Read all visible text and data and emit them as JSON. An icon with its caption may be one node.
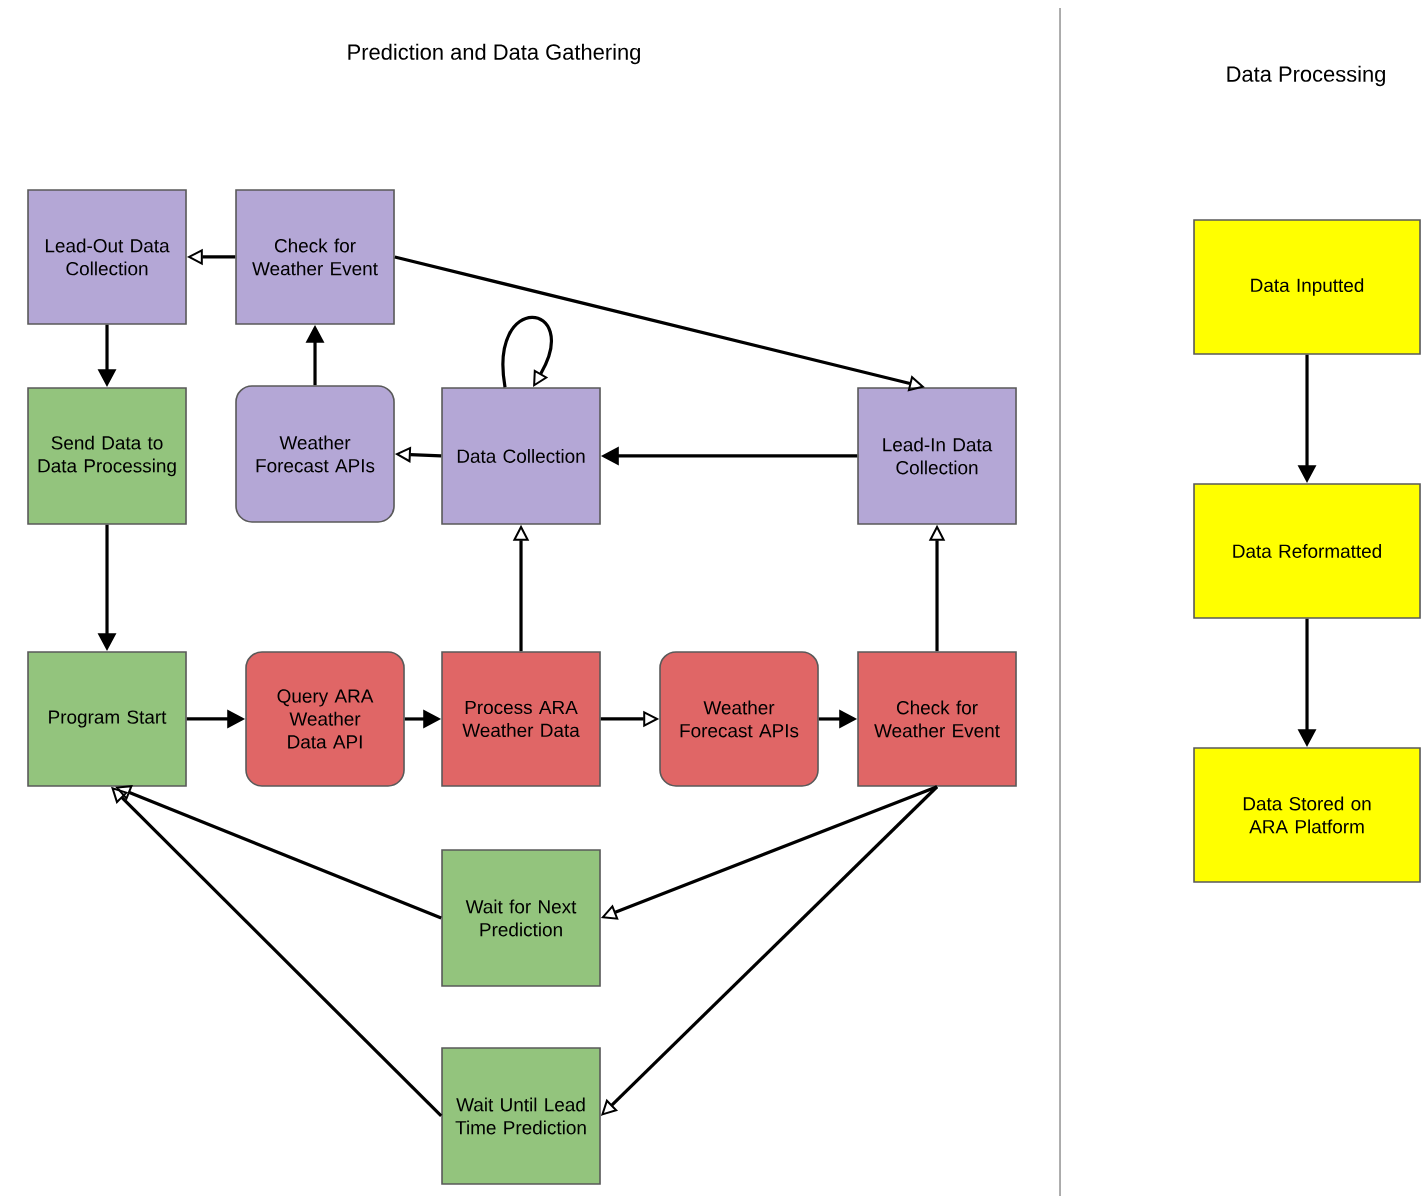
{
  "diagram": {
    "nodes": [
      {
        "text": [
          "Lead-Out Data Collection"
        ]
      },
      {
        "text": [
          "Check for Weather Event"
        ]
      },
      {
        "text": [
          "Send Data to Data Processing"
        ]
      },
      {
        "text": [
          "Weather Forecast APIs"
        ]
      },
      {
        "text": [
          "Data Collection"
        ]
      },
      {
        "text": [
          "Lead-In Data Collection"
        ]
      },
      {
        "text": [
          "Program Start"
        ]
      },
      {
        "text": [
          "Query ARA Weather Data API"
        ]
      },
      {
        "text": [
          "Process ARA Weather Data"
        ]
      },
      {
        "text": [
          "Weather Forecast APIs"
        ]
      },
      {
        "text": [
          "Check for Weather Event"
        ]
      },
      {
        "text": [
          "Wait for Next Prediction"
        ]
      },
      {
        "text": [
          "Wait Until Lead Time Prediction"
        ]
      },
      {
        "text": [
          "Data Inputted"
        ]
      },
      {
        "text": [
          "Data Reformatted"
        ]
      },
      {
        "text": [
          "Data Stored on ARA Platform"
        ]
      }
    ],
    "edges": [
      {
        "from": 1,
        "to": 0,
        "arrow": "to"
      },
      {
        "from": 0,
        "to": 2,
        "arrow": "to"
      },
      {
        "from": 3,
        "to": 1,
        "arrow": "to"
      },
      {
        "from": 1,
        "to": 5,
        "arrow": "to"
      },
      {
        "from": 4,
        "to": 4,
        "arrow": "to"
      },
      {
        "from": 4,
        "to": 3,
        "arrow": "to"
      },
      {
        "from": 5,
        "to": 4,
        "arrow": "to"
      },
      {
        "from": 2,
        "to": 6,
        "arrow": "to"
      },
      {
        "from": 6,
        "to": 7,
        "arrow": "to"
      },
      {
        "from": 7,
        "to": 8,
        "arrow": "to"
      },
      {
        "from": 8,
        "to": 9,
        "arrow": "to"
      },
      {
        "from": 9,
        "to": 10,
        "arrow": "to"
      },
      {
        "from": 8,
        "to": 4,
        "arrow": "to"
      },
      {
        "from": 10,
        "to": 5,
        "arrow": "to"
      },
      {
        "from": 10,
        "to": 11,
        "arrow": "to"
      },
      {
        "from": 10,
        "to": 12,
        "arrow": "to"
      },
      {
        "from": 11,
        "to": 6,
        "arrow": "to"
      },
      {
        "from": 12,
        "to": 6,
        "arrow": "to"
      },
      {
        "from": 13,
        "to": 14,
        "arrow": "to"
      },
      {
        "from": 14,
        "to": 15,
        "arrow": "to"
      }
    ],
    "labels": [
      "Prediction and Data Gathering",
      "Data Processing"
    ]
  }
}
